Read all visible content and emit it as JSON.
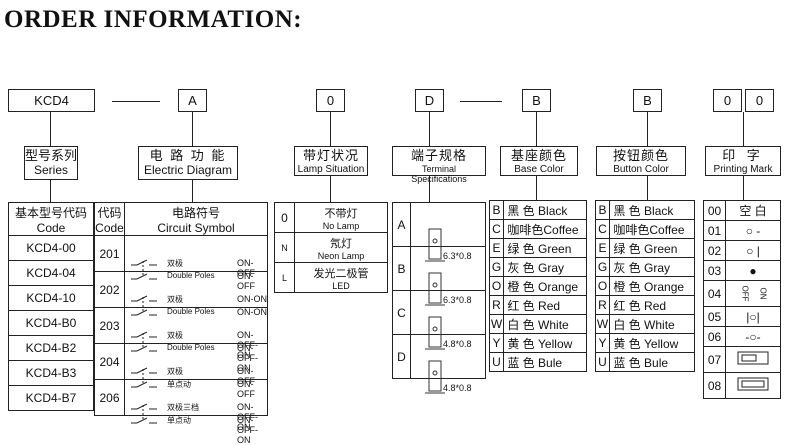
{
  "title": "ORDER INFORMATION:",
  "code_row": [
    "KCD4",
    "A",
    "0",
    "D",
    "B",
    "B",
    "0",
    "0"
  ],
  "series": {
    "header_cn": "型号系列",
    "header_en": "Series",
    "table_header_cn": "基本型号代码",
    "table_header_en": "Code",
    "items": [
      "KCD4-00",
      "KCD4-04",
      "KCD4-10",
      "KCD4-B0",
      "KCD4-B2",
      "KCD4-B3",
      "KCD4-B7"
    ]
  },
  "electric": {
    "header_cn": "电 路 功 能",
    "header_en": "Electric Diagram",
    "col_code_cn": "代码",
    "col_code_en": "Code",
    "col_sym_cn": "电路符号",
    "col_sym_en": "Circuit Symbol",
    "rows": [
      {
        "code": "201",
        "pole_cn": "双极",
        "pole_en": "Double Poles",
        "func": [
          "ON-OFF",
          "ON-OFF"
        ]
      },
      {
        "code": "202",
        "pole_cn": "双极",
        "pole_en": "Double Poles",
        "func": [
          "ON-ON",
          "ON-ON"
        ]
      },
      {
        "code": "203",
        "pole_cn": "双极",
        "pole_en": "Double Poles",
        "func": [
          "ON-OFF-ON",
          "ON-OFF-ON"
        ]
      },
      {
        "code": "204",
        "pole_cn": "双极",
        "pole_en": "单点动",
        "func": [
          "ON-OFF",
          "ON-OFF"
        ]
      },
      {
        "code": "206",
        "pole_cn": "双极三档",
        "pole_en": "单点动",
        "func": [
          "ON-OFF-ON",
          "ON-OFF-ON"
        ]
      }
    ]
  },
  "lamp": {
    "header_cn": "带灯状况",
    "header_en": "Lamp Situation",
    "rows": [
      {
        "code": "0",
        "cn": "不带灯",
        "en": "No Lamp"
      },
      {
        "code": "N",
        "cn": "氖灯",
        "en": "Neon Lamp"
      },
      {
        "code": "L",
        "cn": "发光二极管",
        "en": "LED"
      }
    ]
  },
  "terminal": {
    "header_cn": "端子规格",
    "header_en": "Terminal Specifications",
    "rows": [
      {
        "code": "A",
        "spec": "6.3*0.8"
      },
      {
        "code": "B",
        "spec": "6.3*0.8"
      },
      {
        "code": "C",
        "spec": "4.8*0.8"
      },
      {
        "code": "D",
        "spec": "4.8*0.8"
      }
    ]
  },
  "base_color": {
    "header_cn": "基座颜色",
    "header_en": "Base Color",
    "rows": [
      {
        "code": "B",
        "cn": "黑 色",
        "en": "Black"
      },
      {
        "code": "C",
        "cn": "咖啡色",
        "en": "Coffee"
      },
      {
        "code": "E",
        "cn": "绿 色",
        "en": "Green"
      },
      {
        "code": "G",
        "cn": "灰 色",
        "en": "Gray"
      },
      {
        "code": "O",
        "cn": "橙 色",
        "en": "Orange"
      },
      {
        "code": "R",
        "cn": "红 色",
        "en": "Red"
      },
      {
        "code": "W",
        "cn": "白 色",
        "en": "White"
      },
      {
        "code": "Y",
        "cn": "黄 色",
        "en": "Yellow"
      },
      {
        "code": "U",
        "cn": "蓝 色",
        "en": "Bule"
      }
    ]
  },
  "button_color": {
    "header_cn": "按钮颜色",
    "header_en": "Button Color",
    "rows": [
      {
        "code": "B",
        "cn": "黑 色",
        "en": "Black"
      },
      {
        "code": "C",
        "cn": "咖啡色",
        "en": "Coffee"
      },
      {
        "code": "E",
        "cn": "绿 色",
        "en": "Green"
      },
      {
        "code": "G",
        "cn": "灰 色",
        "en": "Gray"
      },
      {
        "code": "O",
        "cn": "橙 色",
        "en": "Orange"
      },
      {
        "code": "R",
        "cn": "红 色",
        "en": "Red"
      },
      {
        "code": "W",
        "cn": "白 色",
        "en": "White"
      },
      {
        "code": "Y",
        "cn": "黄 色",
        "en": "Yellow"
      },
      {
        "code": "U",
        "cn": "蓝 色",
        "en": "Bule"
      }
    ]
  },
  "printing": {
    "header_cn": "印 字",
    "header_en": "Printing Mark",
    "rows": [
      {
        "code": "00",
        "mark": "空 白"
      },
      {
        "code": "01",
        "mark": "○ -"
      },
      {
        "code": "02",
        "mark": "○ |"
      },
      {
        "code": "03",
        "mark": "●"
      },
      {
        "code": "04",
        "mark_a": "OFF",
        "mark_b": "ON"
      },
      {
        "code": "05",
        "mark": "|○|"
      },
      {
        "code": "06",
        "mark": "-○-"
      },
      {
        "code": "07",
        "mark": ""
      },
      {
        "code": "08",
        "mark": ""
      }
    ]
  }
}
